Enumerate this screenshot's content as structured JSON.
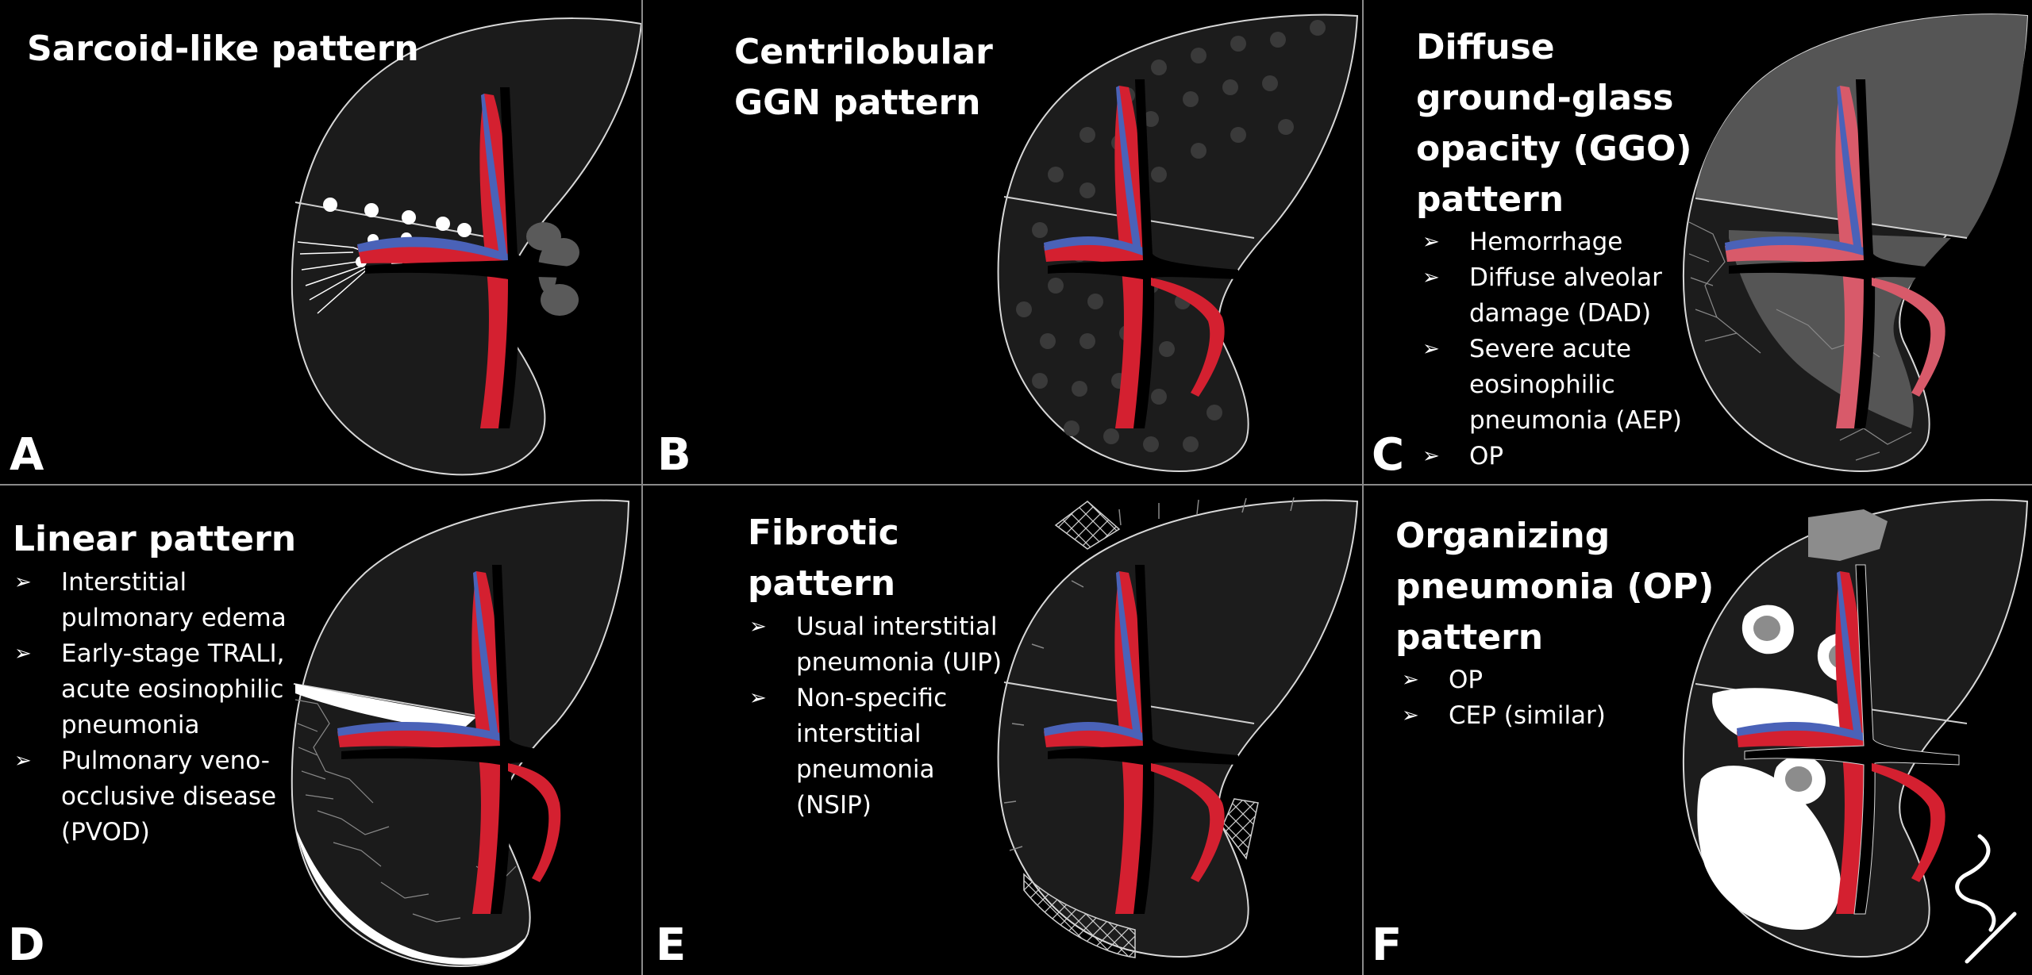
{
  "panels": [
    {
      "letter": "A",
      "title_lines": [
        "Sarcoid-like pattern"
      ],
      "items": []
    },
    {
      "letter": "B",
      "title_lines": [
        "Centrilobular",
        "GGN pattern"
      ],
      "items": []
    },
    {
      "letter": "C",
      "title_lines": [
        "Diffuse",
        "ground-glass",
        "opacity (GGO)",
        "pattern"
      ],
      "items": [
        {
          "lines": [
            "Hemorrhage"
          ]
        },
        {
          "lines": [
            "Diffuse alveolar",
            "damage (DAD)"
          ]
        },
        {
          "lines": [
            "Severe acute",
            "eosinophilic",
            "pneumonia (AEP)"
          ]
        },
        {
          "lines": [
            "OP"
          ]
        }
      ]
    },
    {
      "letter": "D",
      "title_lines": [
        "Linear pattern"
      ],
      "items": [
        {
          "lines": [
            "Interstitial",
            "pulmonary edema"
          ]
        },
        {
          "lines": [
            "Early-stage TRALI,",
            "acute eosinophilic",
            "pneumonia"
          ]
        },
        {
          "lines": [
            "Pulmonary veno-",
            "occlusive disease",
            "(PVOD)"
          ]
        }
      ]
    },
    {
      "letter": "E",
      "title_lines": [
        "Fibrotic",
        "pattern"
      ],
      "items": [
        {
          "lines": [
            "Usual interstitial",
            "pneumonia (UIP)"
          ]
        },
        {
          "lines": [
            "Non-specific",
            "interstitial",
            "pneumonia",
            "(NSIP)"
          ]
        }
      ]
    },
    {
      "letter": "F",
      "title_lines": [
        "Organizing",
        "pneumonia (OP)",
        "pattern"
      ],
      "items": [
        {
          "lines": [
            "OP"
          ]
        },
        {
          "lines": [
            "CEP (similar)"
          ]
        }
      ]
    }
  ],
  "colors": {
    "background": "#000000",
    "lung_fill": "#1b1b1b",
    "outline": "#d8d8d8",
    "artery_red": "#d42030",
    "vein_blue": "#4a62b8",
    "ggo_gray": "#5a5a5a",
    "white": "#ffffff"
  }
}
